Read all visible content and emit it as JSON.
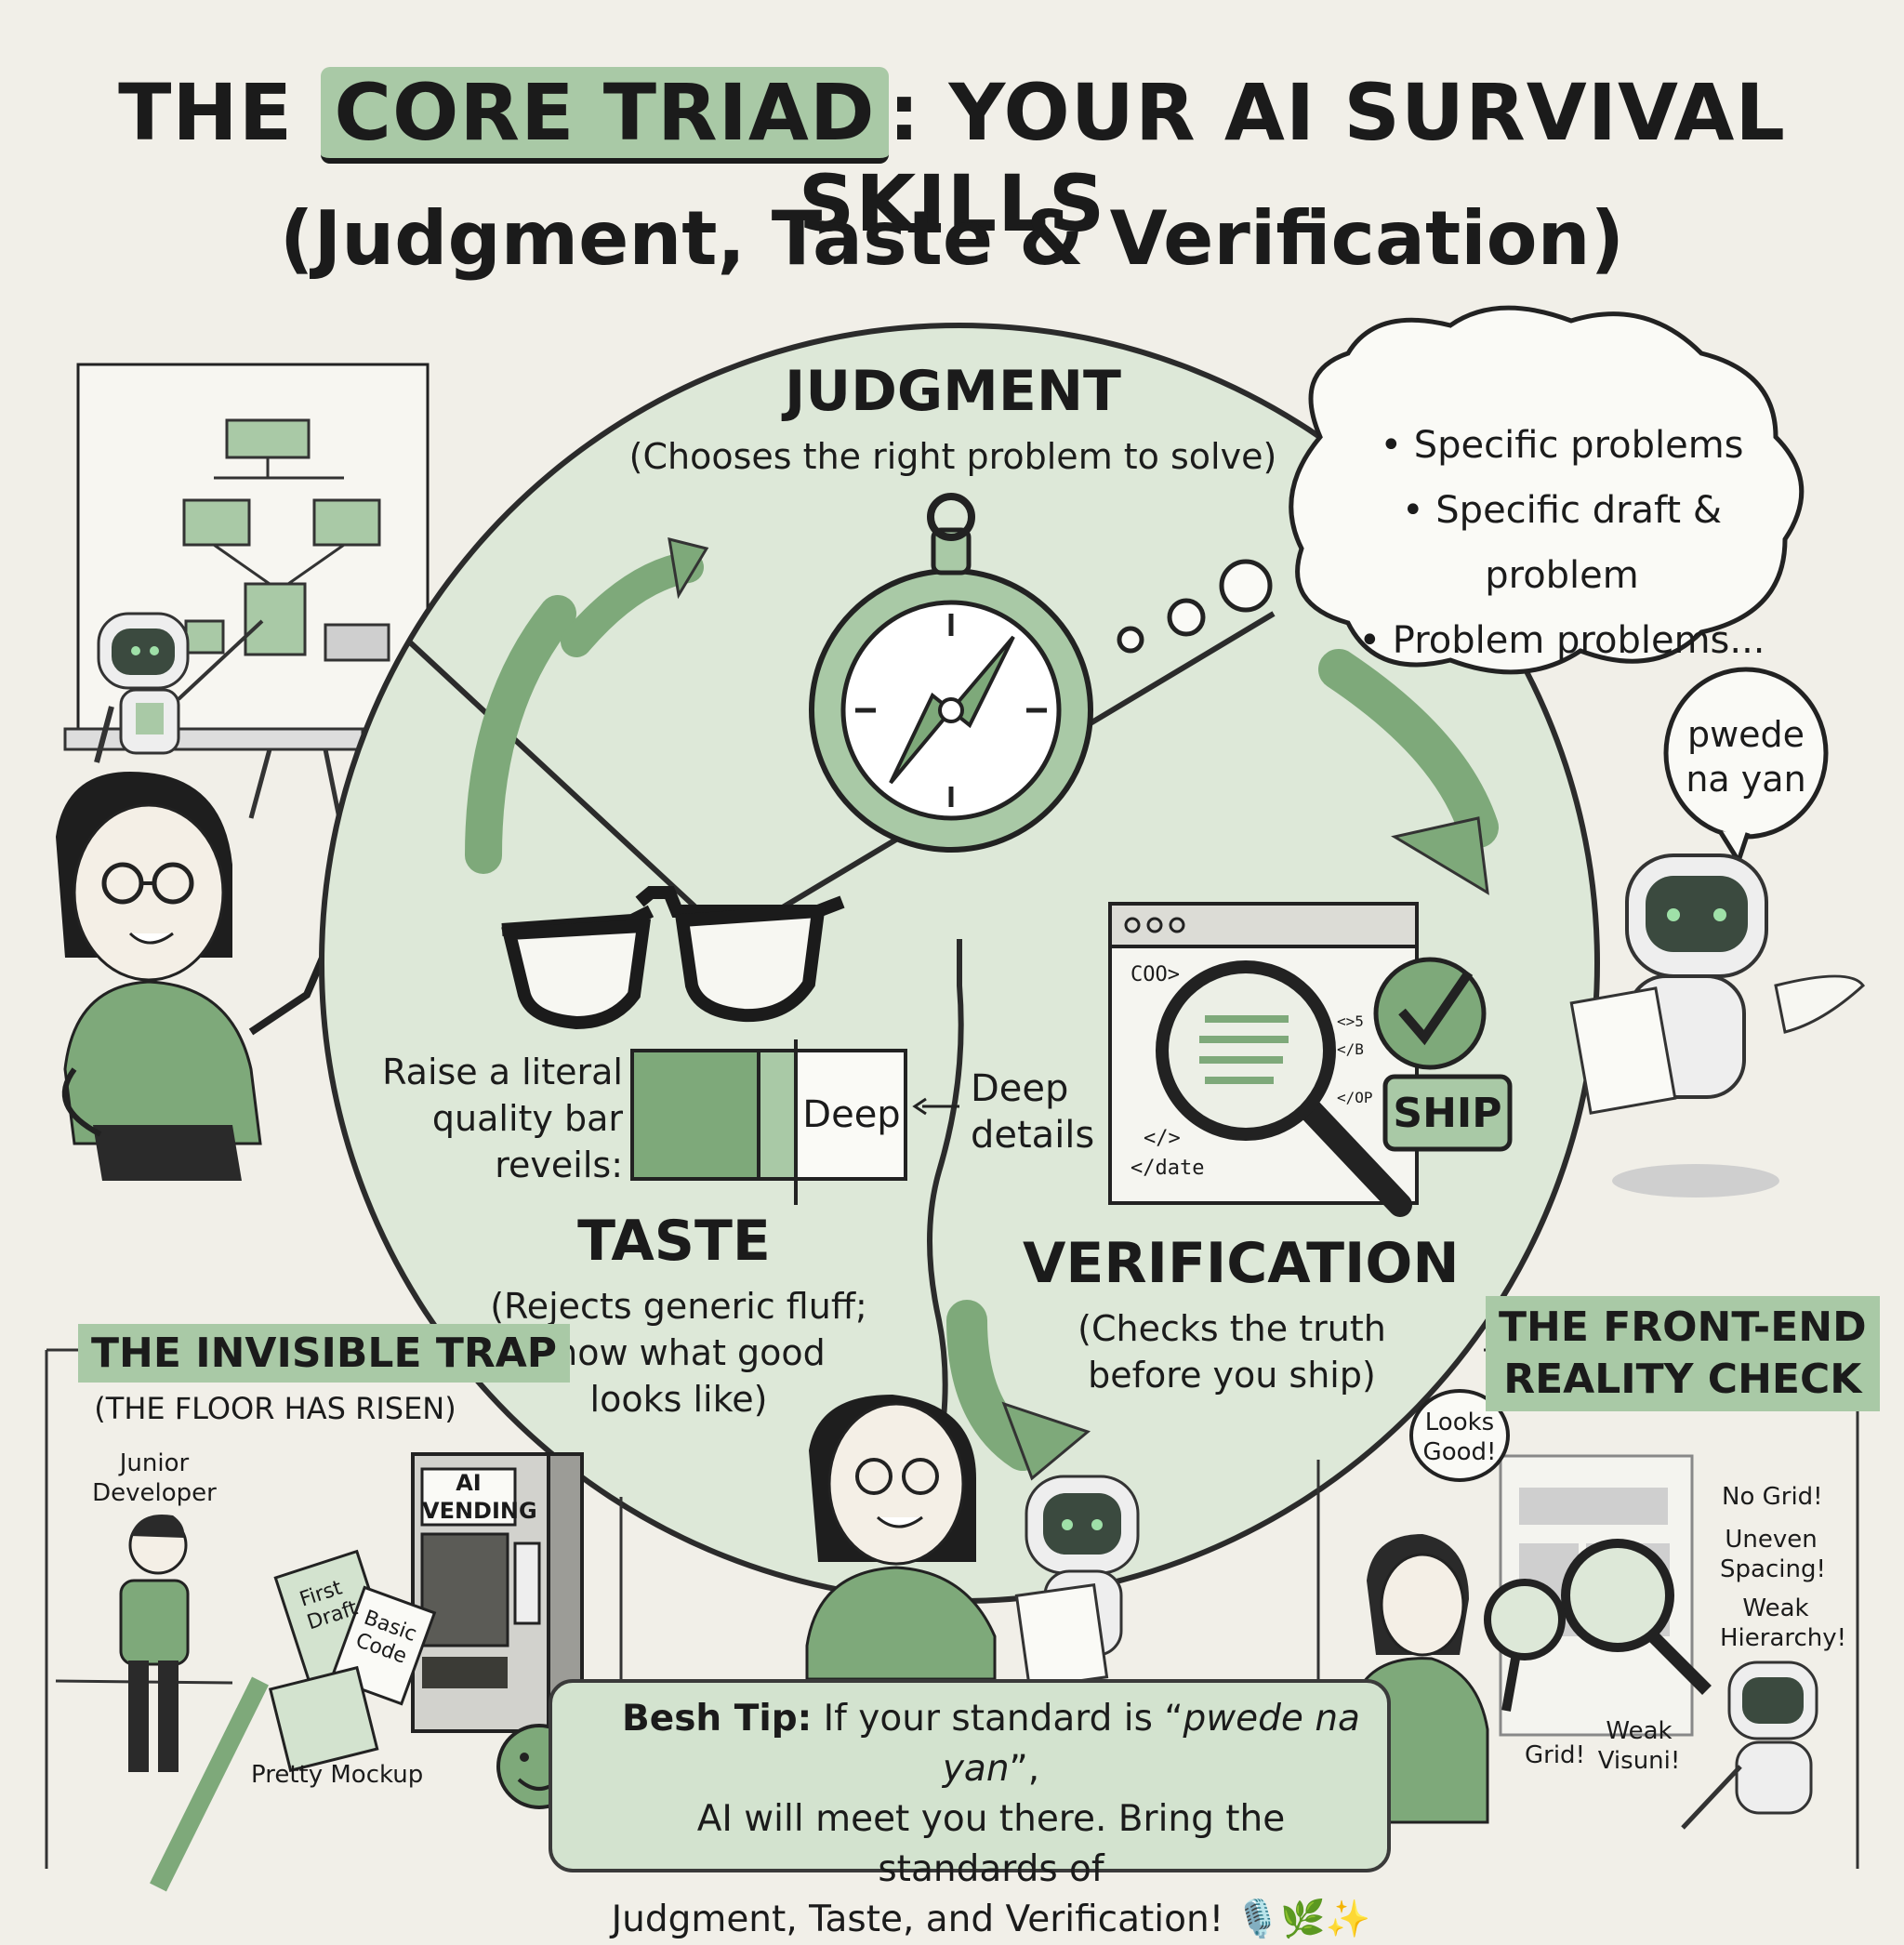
{
  "title": {
    "prefix": "THE ",
    "highlight": "CORE TRIAD",
    "rest": ": YOUR AI SURVIVAL SKILLS",
    "line2": "(Judgment, Taste & Verification)"
  },
  "judgment": {
    "heading": "JUDGMENT",
    "sub": "(Chooses the right problem to solve)"
  },
  "thought_bubble": {
    "items": [
      "• Specific problems",
      "• Specific draft & problem",
      "• Problem problems..."
    ]
  },
  "robot_speech": {
    "line1": "pwede",
    "line2": "na yan"
  },
  "taste": {
    "heading": "TASTE",
    "sub_line1": "(Rejects generic fluff;",
    "sub_line2": "Know what good",
    "sub_line3": "looks like)",
    "bar_caption_1": "Raise a literal",
    "bar_caption_2": "quality bar",
    "bar_caption_3": "reveils:",
    "bar_label": "Deep",
    "deep_details_1": "Deep",
    "deep_details_2": "details"
  },
  "verification": {
    "heading": "VERIFICATION",
    "sub_line1": "(Checks the truth",
    "sub_line2": "before you ship)",
    "ship_label": "SHIP",
    "code_lines": [
      "COO>",
      "</>",
      "</date"
    ],
    "side_code": [
      "<>5",
      "</B",
      "</OP"
    ]
  },
  "invisible_trap": {
    "heading": "THE INVISIBLE TRAP",
    "sub": "(THE FLOOR HAS RISEN)",
    "junior": "Junior",
    "developer": "Developer",
    "machine_label_1": "AI",
    "machine_label_2": "VENDING",
    "paper1_1": "First",
    "paper1_2": "Draft",
    "paper2_1": "Basic",
    "paper2_2": "Code",
    "mockup": "Pretty Mockup"
  },
  "reality_check": {
    "heading_1": "THE FRONT-END",
    "heading_2": "REALITY CHECK",
    "looks_1": "Looks",
    "looks_2": "Good!",
    "no_grid": "No Grid!",
    "uneven_1": "Uneven",
    "uneven_2": "Spacing!",
    "weak_1": "Weak",
    "weak_2": "Hierarchy!",
    "grid": "Grid!",
    "weak_visuni_1": "Weak",
    "weak_visuni_2": "Visuni!"
  },
  "tip": {
    "label": "Besh Tip:",
    "text_1": " If your standard is “",
    "italic": "pwede na yan",
    "text_2": "”,",
    "line2": "AI will meet you there. Bring the standards of",
    "line3": "Judgment, Taste, and Verification! 🎙️🌿✨"
  },
  "colors": {
    "accent_green": "#a9c9a6",
    "dark_green": "#7ea97a",
    "circle_fill": "#dde8d8",
    "ink": "#1b1b1b",
    "paper": "#f1efe8"
  }
}
